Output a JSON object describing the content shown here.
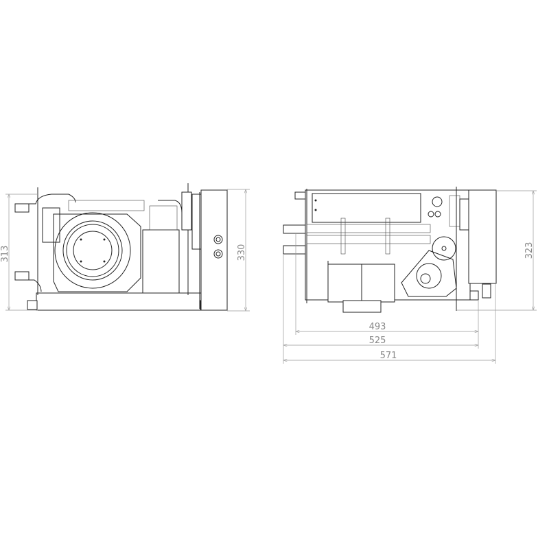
{
  "drawing": {
    "front_view": {
      "dimensions": {
        "height_inner": "313",
        "height_overall": "330"
      }
    },
    "side_view": {
      "dimensions": {
        "height": "323",
        "width_body": "493",
        "width_mid": "525",
        "width_overall": "571"
      }
    }
  },
  "colors": {
    "line": "#222222",
    "dimension": "#999999"
  }
}
